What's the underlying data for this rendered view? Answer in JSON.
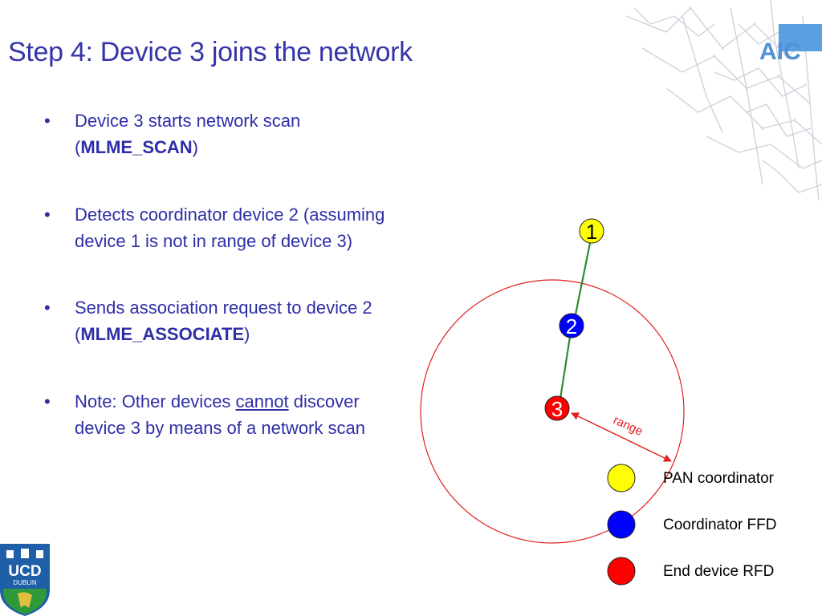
{
  "slide": {
    "title": "Step 4: Device 3 joins the network",
    "bullets": [
      {
        "text": "Device 3 starts network scan",
        "paren_open": "(",
        "code": "MLME_SCAN",
        "paren_close": ")"
      },
      {
        "text": "Detects coordinator device 2 (assuming device 1 is not in range of device 3)"
      },
      {
        "text": "Sends association request to device 2",
        "paren_open": "(",
        "code": "MLME_ASSOCIATE",
        "paren_close": ")"
      },
      {
        "pre": "Note: Other devices ",
        "emph": "cannot",
        "post": " discover device 3 by means of a network scan"
      }
    ],
    "bullet_char": "•"
  },
  "diagram": {
    "nodes": [
      {
        "id": "1",
        "label": "1",
        "role": "PAN coordinator",
        "color": "#ffff00"
      },
      {
        "id": "2",
        "label": "2",
        "role": "Coordinator FFD",
        "color": "#0000ff"
      },
      {
        "id": "3",
        "label": "3",
        "role": "End device RFD",
        "color": "#ff0000"
      }
    ],
    "range_label": "range",
    "link_color": "#2e8b2e",
    "range_color": "#e02020"
  },
  "legend": [
    {
      "label": "PAN coordinator",
      "color": "#ffff00"
    },
    {
      "label": "Coordinator FFD",
      "color": "#0000ff"
    },
    {
      "label": "End device RFD",
      "color": "#ff0000"
    }
  ],
  "logos": {
    "top_right": "AIC",
    "bottom_left": "UCD",
    "bottom_left_sub": "DUBLIN"
  }
}
